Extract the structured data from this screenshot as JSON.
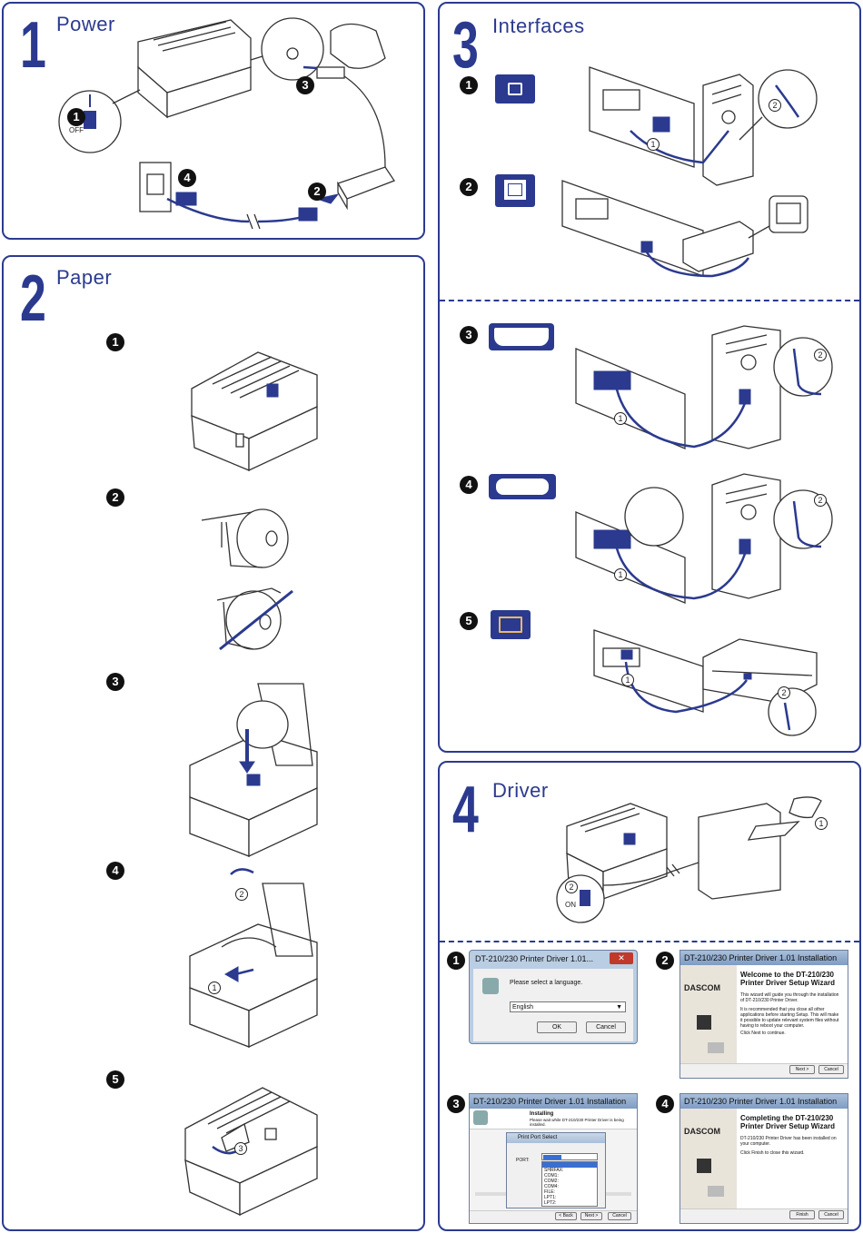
{
  "sections": {
    "power": {
      "number": "1",
      "title": "Power",
      "off_label": "OFF"
    },
    "paper": {
      "number": "2",
      "title": "Paper"
    },
    "interfaces": {
      "number": "3",
      "title": "Interfaces"
    },
    "driver": {
      "number": "4",
      "title": "Driver",
      "on_label": "ON"
    }
  },
  "steps": {
    "s1": "1",
    "s2": "2",
    "s3": "3",
    "s4": "4",
    "s5": "5"
  },
  "circled": {
    "c1": "1",
    "c2": "2",
    "c3": "3"
  },
  "dialog1": {
    "title": "DT-210/230 Printer Driver 1.01...",
    "prompt": "Please select a language.",
    "language": "English",
    "ok": "OK",
    "cancel": "Cancel"
  },
  "dialog2": {
    "title": "DT-210/230 Printer Driver 1.01 Installation",
    "brand": "DASCOM",
    "heading": "Welcome to the DT-210/230 Printer Driver Setup Wizard",
    "body1": "This wizard will guide you through the installation of DT-210/230 Printer Driver.",
    "body2": "It is recommended that you close all other applications before starting Setup. This will make it possible to update relevant system files without having to reboot your computer.",
    "body3": "Click Next to continue.",
    "next": "Next >",
    "cancel": "Cancel"
  },
  "dialog3": {
    "title": "DT-210/230 Printer Driver 1.01 Installation",
    "heading": "Installing",
    "sub": "Please wait while DT-210/230 Printer Driver is being installed.",
    "port_title": "Print Port Select",
    "port_label": "PORT:",
    "ports": [
      "SHRFAX:",
      "COM1:",
      "COM2:",
      "COM4:",
      "FILE:",
      "LPT1:",
      "LPT2:"
    ],
    "back": "< Back",
    "next": "Next >",
    "cancel": "Cancel"
  },
  "dialog4": {
    "title": "DT-210/230 Printer Driver 1.01 Installation",
    "brand": "DASCOM",
    "heading": "Completing the DT-210/230 Printer Driver Setup Wizard",
    "body1": "DT-210/230 Printer Driver has been installed on your computer.",
    "body2": "Click Finish to close this wizard.",
    "finish": "Finish",
    "cancel": "Cancel"
  },
  "colors": {
    "accent": "#2b3a8f",
    "line": "#333333"
  }
}
